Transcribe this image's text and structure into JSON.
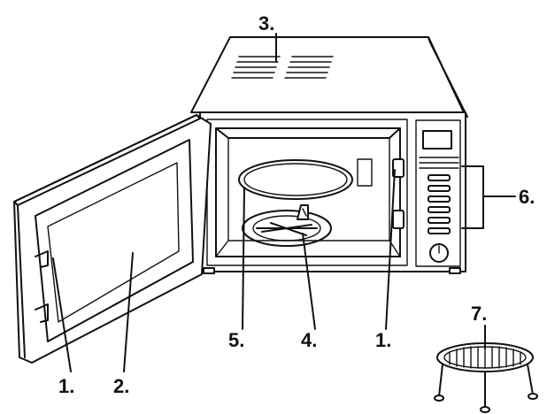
{
  "callouts": {
    "top_vent": "3.",
    "control_panel": "6.",
    "door_latch_left": "1.",
    "door_window": "2.",
    "turntable_ring": "5.",
    "coupler": "4.",
    "door_latch_holes": "1.",
    "grill_rack": "7."
  }
}
